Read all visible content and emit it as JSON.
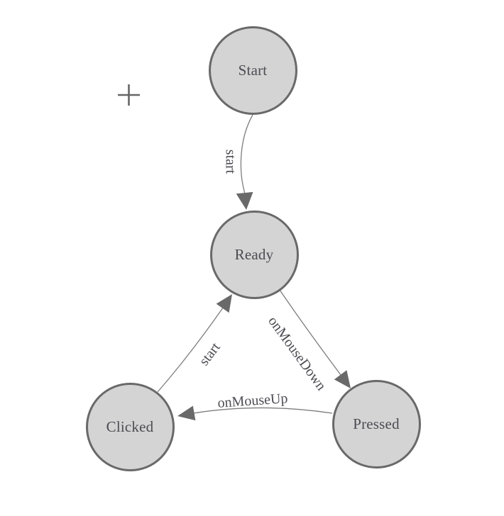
{
  "app": {
    "view": "diagram-canvas"
  },
  "colors": {
    "background": "#ffffff",
    "node_fill": "#d4d4d4",
    "node_stroke": "#696969",
    "label_text": "#4b4b52",
    "edge_line": "#7d7d7d",
    "arrowhead": "#696969",
    "origin_marker": "#666666"
  },
  "origin_marker": {
    "symbol": "+"
  },
  "diagram": {
    "type": "state-machine",
    "nodes": [
      {
        "id": "start",
        "label": "Start"
      },
      {
        "id": "ready",
        "label": "Ready"
      },
      {
        "id": "clicked",
        "label": "Clicked"
      },
      {
        "id": "pressed",
        "label": "Pressed"
      }
    ],
    "edges": [
      {
        "from": "start",
        "to": "ready",
        "label": "start"
      },
      {
        "from": "clicked",
        "to": "ready",
        "label": "start"
      },
      {
        "from": "ready",
        "to": "pressed",
        "label": "onMouseDown"
      },
      {
        "from": "pressed",
        "to": "clicked",
        "label": "onMouseUp"
      }
    ]
  }
}
